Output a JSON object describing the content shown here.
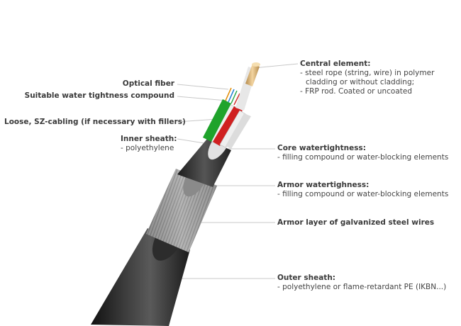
{
  "colors": {
    "outer_sheath": "#2a2a2a",
    "armor_wire": "#9a9a9a",
    "inner_sheath": "#3a3a3a",
    "core_watertightness": "#d8d8d8",
    "central_element": "#d9b27a",
    "leader_line": "#c8c8c8",
    "fiber_tube_green": "#1fa32b",
    "fiber_tube_red": "#d02020",
    "fiber_tube_white": "#efefef"
  },
  "labels": {
    "optical_fiber": {
      "title": "Optical fiber"
    },
    "water_compound": {
      "title": "Suitable water tightness compound"
    },
    "loose_sz": {
      "title": "Loose, SZ-cabling (if necessary with fillers)"
    },
    "inner_sheath": {
      "title": "Inner sheath:",
      "desc": "- polyethylene"
    },
    "central_element": {
      "title": "Central element:",
      "desc1": "- steel rope (string, wire) in polymer",
      "desc2": "cladding or without cladding;",
      "desc3": "- FRP rod. Coated or uncoated"
    },
    "core_watertightness": {
      "title": "Core watertightness:",
      "desc": "- filling compound or water-blocking elements"
    },
    "armor_watertightness": {
      "title": "Armor watertighness:",
      "desc": "- filling compound or water-blocking elements"
    },
    "armor_layer": {
      "title": "Armor layer of galvanized steel wires"
    },
    "outer_sheath": {
      "title": "Outer sheath:",
      "desc": "- polyethylene or flame-retardant PE (IKBN...)"
    }
  }
}
